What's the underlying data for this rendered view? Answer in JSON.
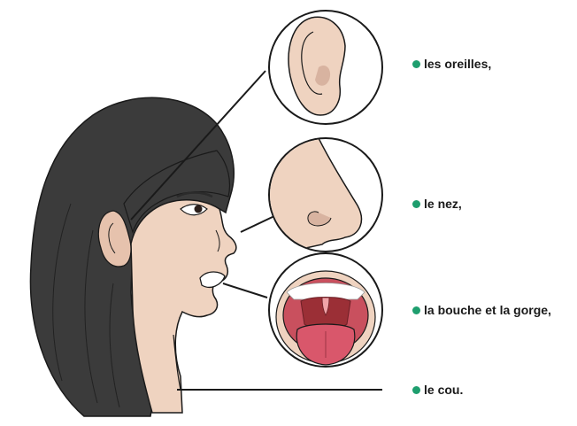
{
  "labels": [
    {
      "text": "les oreilles,",
      "part": "ear"
    },
    {
      "text": "le nez,",
      "part": "nose"
    },
    {
      "text": "la bouche et la gorge,",
      "part": "mouth-throat"
    },
    {
      "text": "le cou.",
      "part": "neck"
    }
  ],
  "colors": {
    "bullet": "#1e9e6e",
    "hair": "#3b3b3b",
    "skin": "#efd3c0",
    "outline": "#1a1a1a",
    "tongue": "#d9576b",
    "throat": "#9b2f36",
    "teeth": "#ffffff"
  },
  "icons": [
    "ear-icon",
    "nose-icon",
    "mouth-icon"
  ]
}
